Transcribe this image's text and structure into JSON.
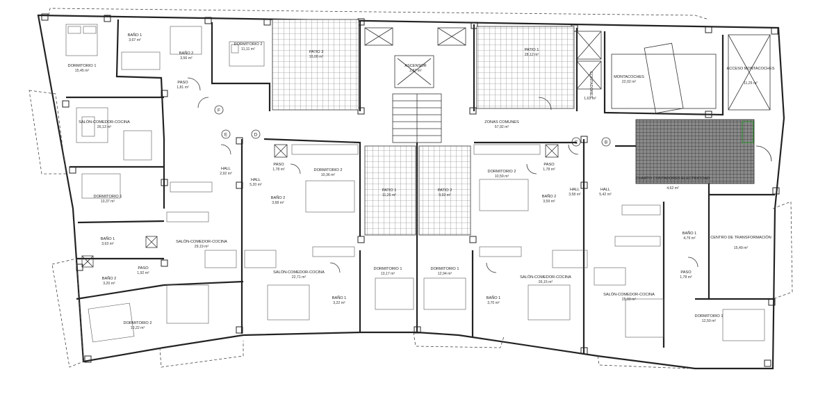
{
  "rooms": [
    {
      "id": "dormitorio1-a",
      "name": "DORMITORIO 1",
      "area": "15,45 m²"
    },
    {
      "id": "bano1-a",
      "name": "BAÑO 1",
      "area": "3,67 m²"
    },
    {
      "id": "bano2-a",
      "name": "BAÑO 2",
      "area": "3,56 m²"
    },
    {
      "id": "dormitorio2-a",
      "name": "DORMITORIO 2",
      "area": "11,11 m²"
    },
    {
      "id": "paso-a",
      "name": "PASO",
      "area": "1,81 m²"
    },
    {
      "id": "salon-a",
      "name": "SALÓN-COMEDOR-COCINA",
      "area": "26,13 m²"
    },
    {
      "id": "patio3",
      "name": "PATIO 3",
      "area": "16,00 m²"
    },
    {
      "id": "ascensor",
      "name": "ASCENSOR",
      "area": "2,87 m²"
    },
    {
      "id": "patio1-top",
      "name": "PATIO 1",
      "area": "28,12 m²"
    },
    {
      "id": "contadores",
      "name": "CONTADORES",
      "area": "1,61 m²"
    },
    {
      "id": "montacoches",
      "name": "MONTACOCHES",
      "area": "22,02 m²"
    },
    {
      "id": "acceso-montacoches",
      "name": "ACCESO MONTACOCHES",
      "area": "11,25 m²"
    },
    {
      "id": "zonas-comunes",
      "name": "ZONAS COMUNES",
      "area": "57,92 m²"
    },
    {
      "id": "hall-e",
      "name": "HALL",
      "area": "2,92 m²"
    },
    {
      "id": "hall-d",
      "name": "HALL",
      "area": "5,20 m²"
    },
    {
      "id": "paso-d",
      "name": "PASO",
      "area": "1,78 m²"
    },
    {
      "id": "dormitorio2-d",
      "name": "DORMITORIO 2",
      "area": "10,36 m²"
    },
    {
      "id": "bano2-d",
      "name": "BAÑO 2",
      "area": "3,68 m²"
    },
    {
      "id": "patio1-mid",
      "name": "PATIO 1",
      "area": "11,26 m²"
    },
    {
      "id": "patio2-mid",
      "name": "PATIO 2",
      "area": "9,93 m²"
    },
    {
      "id": "dormitorio2-c",
      "name": "DORMITORIO 2",
      "area": "10,59 m²"
    },
    {
      "id": "paso-c",
      "name": "PASO",
      "area": "1,78 m²"
    },
    {
      "id": "bano2-c",
      "name": "BAÑO 2",
      "area": "3,59 m²"
    },
    {
      "id": "hall-c",
      "name": "HALL",
      "area": "3,58 m²"
    },
    {
      "id": "hall-b",
      "name": "HALL",
      "area": "5,42 m²"
    },
    {
      "id": "cuarto-contadores",
      "name": "CUARTO CONTADORES ELECTRICIDAD",
      "area": "4,62 m²"
    },
    {
      "id": "centro-transformacion",
      "name": "CENTRO DE TRANSFORMACIÓN",
      "area": "15,49 m²"
    },
    {
      "id": "dormitorio1-e",
      "name": "DORMITORIO 1",
      "area": "13,37 m²"
    },
    {
      "id": "bano1-e",
      "name": "BAÑO 1",
      "area": "3,63 m²"
    },
    {
      "id": "salon-e",
      "name": "SALÓN-COMEDOR-COCINA",
      "area": "29,19 m²"
    },
    {
      "id": "paso-e",
      "name": "PASO",
      "area": "1,92 m²"
    },
    {
      "id": "bano2-e",
      "name": "BAÑO 2",
      "area": "3,20 m²"
    },
    {
      "id": "dormitorio2-e",
      "name": "DORMITORIO 2",
      "area": "10,22 m²"
    },
    {
      "id": "salon-d",
      "name": "SALÓN-COMEDOR-COCINA",
      "area": "22,71 m²"
    },
    {
      "id": "bano1-d",
      "name": "BAÑO 1",
      "area": "3,22 m²"
    },
    {
      "id": "dormitorio1-d",
      "name": "DORMITORIO 1",
      "area": "13,17 m²"
    },
    {
      "id": "dormitorio1-c",
      "name": "DORMITORIO 1",
      "area": "12,94 m²"
    },
    {
      "id": "bano1-c",
      "name": "BAÑO 1",
      "area": "3,70 m²"
    },
    {
      "id": "salon-c",
      "name": "SALÓN-COMEDOR-COCINA",
      "area": "26,15 m²"
    },
    {
      "id": "bano1-b",
      "name": "BAÑO 1",
      "area": "4,79 m²"
    },
    {
      "id": "paso-b",
      "name": "PASO",
      "area": "1,78 m²"
    },
    {
      "id": "salon-b",
      "name": "SALÓN-COMEDOR-COCINA",
      "area": "25,00 m²"
    },
    {
      "id": "dormitorio1-b",
      "name": "DORMITORIO 1",
      "area": "12,50 m²"
    }
  ],
  "unit_markers": [
    "F",
    "E",
    "D",
    "C",
    "B"
  ]
}
